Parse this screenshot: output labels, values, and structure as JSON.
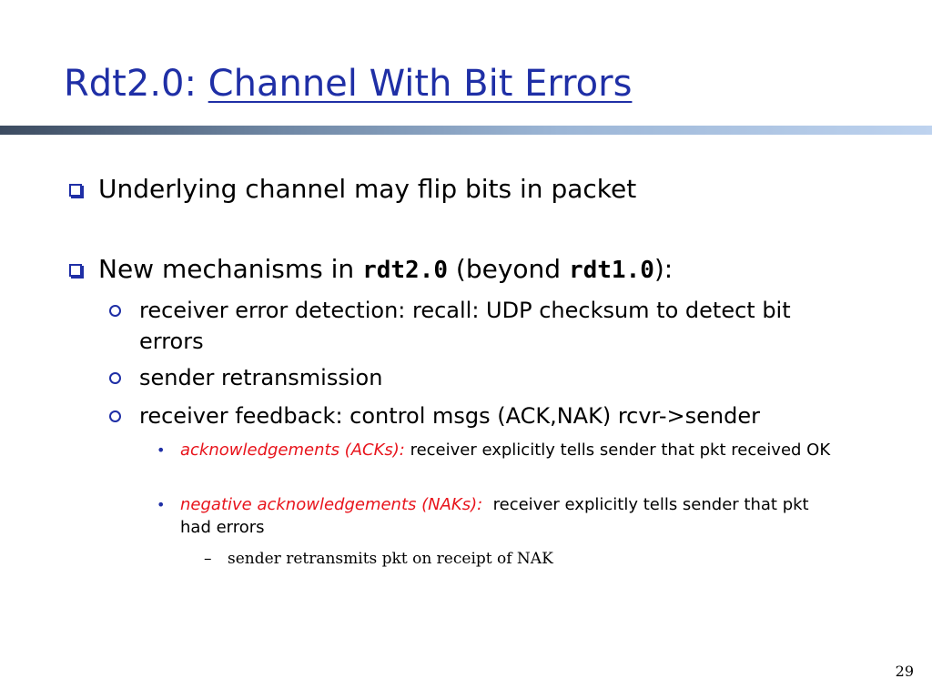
{
  "slide": {
    "title_prefix": "Rdt2.0: ",
    "title_link": "Channel With Bit Errors",
    "bullets": [
      {
        "text": "Underlying channel may flip bits in packet"
      },
      {
        "text_a": "New mechanisms in ",
        "code_a": "rdt2.0",
        "text_b": " (beyond ",
        "code_b": "rdt1.0",
        "text_c": "):",
        "subitems": [
          {
            "text": "receiver error detection: recall: UDP checksum to detect bit errors"
          },
          {
            "text": "sender retransmission"
          },
          {
            "text": "receiver feedback: control msgs (ACK,NAK) rcvr->sender",
            "subitems": [
              {
                "highlight": "acknowledgements (ACKs):",
                "text": " receiver explicitly tells sender that pkt received OK"
              },
              {
                "highlight": "negative acknowledgements (NAKs):",
                "text": "  receiver explicitly tells sender that pkt had errors",
                "subitems": [
                  {
                    "text": "sender retransmits pkt on receipt of NAK"
                  }
                ]
              }
            ]
          }
        ]
      }
    ],
    "page_number": "29"
  },
  "colors": {
    "title": "#1f2fa6",
    "highlight": "#e8141c",
    "bullet": "#1f2fa6"
  }
}
